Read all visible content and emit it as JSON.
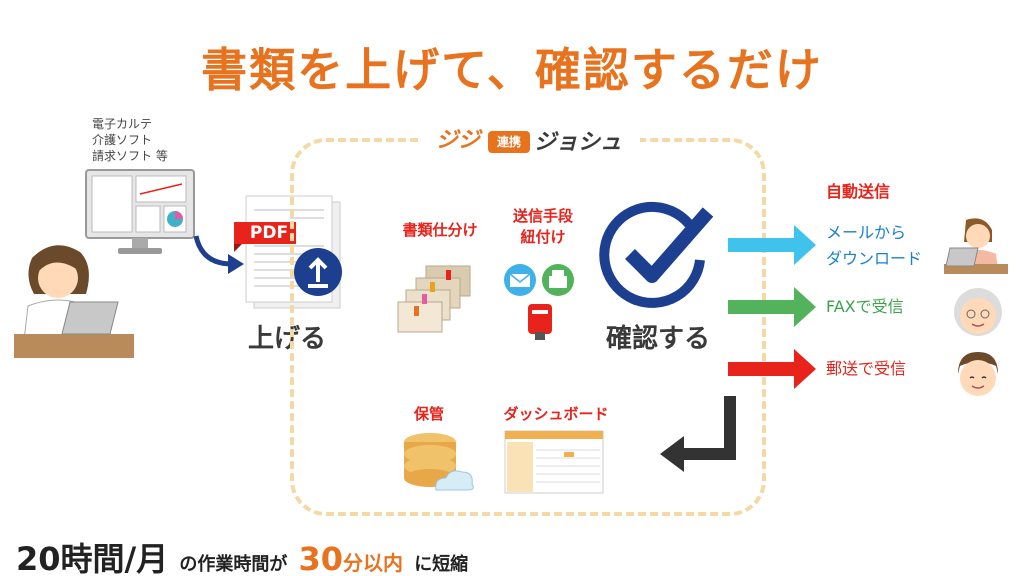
{
  "title": "書類を上げて、確認するだけ",
  "source_systems": [
    "電子カルテ",
    "介護ソフト",
    "請求ソフト 等"
  ],
  "logo": {
    "mark": "ジジ",
    "badge": "連携",
    "name": "ジョシュ"
  },
  "steps": {
    "upload": {
      "label": "上げる",
      "file_badge": "PDF"
    },
    "sort": {
      "label": "書類仕分け"
    },
    "method": {
      "label_line1": "送信手段",
      "label_line2": "紐付け"
    },
    "confirm": {
      "label": "確認する"
    },
    "storage": {
      "label": "保管"
    },
    "dashboard": {
      "label": "ダッシュボード"
    }
  },
  "auto_send": {
    "heading": "自動送信",
    "destinations": [
      {
        "line1": "メールから",
        "line2": "ダウンロード",
        "color": "#1a7fd1"
      },
      {
        "line1": "FAXで受信",
        "line2": "",
        "color": "#3aa34a"
      },
      {
        "line1": "郵送で受信",
        "line2": "",
        "color": "#e8231c"
      }
    ]
  },
  "colors": {
    "accent": "#e8731f",
    "red": "#e8231c",
    "navy": "#1d3f8f",
    "cyan": "#3fc2ec",
    "green": "#53b35c",
    "frame": "#f5d9a4"
  },
  "summary": {
    "before": "20時間/月",
    "connector": "の作業時間が",
    "after_number": "30",
    "after_unit": "分以内",
    "suffix": "に短縮"
  }
}
